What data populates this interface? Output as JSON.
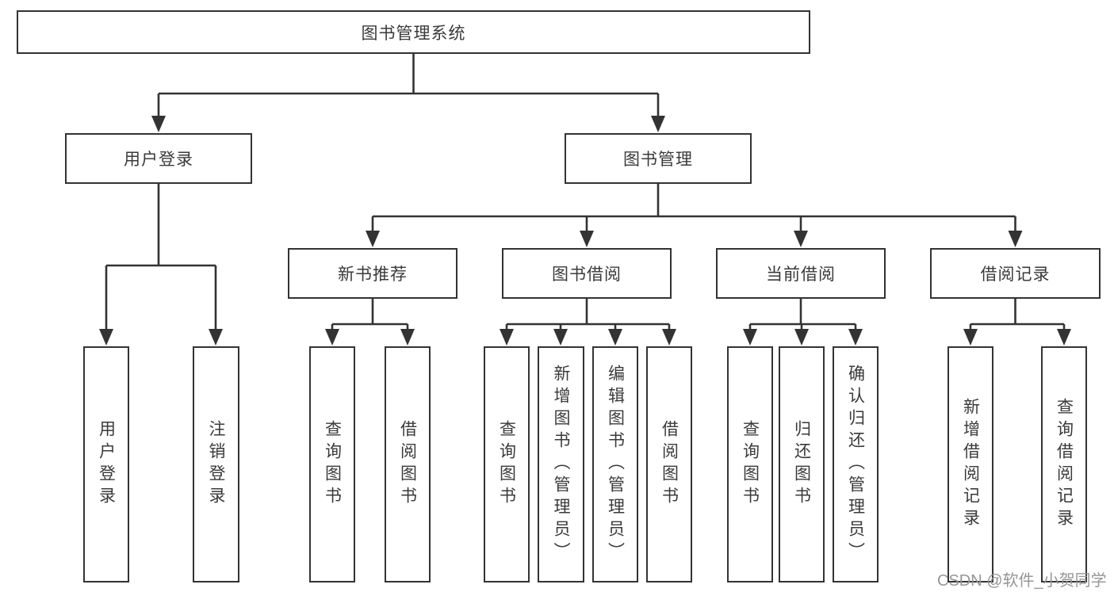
{
  "diagram": {
    "type": "hierarchy-tree",
    "title": "图书管理系统",
    "watermark": "CSDN @软件_小贺同学",
    "colors": {
      "line": "#333333",
      "box_border": "#333333",
      "box_fill": "#ffffff",
      "text": "#3a3a3a",
      "background": "#ffffff",
      "watermark": "#969696"
    }
  },
  "nodes": {
    "root": {
      "label": "图书管理系统"
    },
    "level2": [
      {
        "label": "用户登录",
        "parent": "图书管理系统"
      },
      {
        "label": "图书管理",
        "parent": "图书管理系统"
      }
    ],
    "level3": [
      {
        "label": "新书推荐",
        "parent": "图书管理"
      },
      {
        "label": "图书借阅",
        "parent": "图书管理"
      },
      {
        "label": "当前借阅",
        "parent": "图书管理"
      },
      {
        "label": "借阅记录",
        "parent": "图书管理"
      }
    ],
    "level4": [
      {
        "label": "用户登录",
        "parent": "用户登录"
      },
      {
        "label": "注销登录",
        "parent": "用户登录"
      },
      {
        "label": "查询图书",
        "parent": "新书推荐"
      },
      {
        "label": "借阅图书",
        "parent": "新书推荐"
      },
      {
        "label": "查询图书",
        "parent": "图书借阅"
      },
      {
        "label": "新增图书（管理员）",
        "parent": "图书借阅"
      },
      {
        "label": "编辑图书（管理员）",
        "parent": "图书借阅"
      },
      {
        "label": "借阅图书",
        "parent": "图书借阅"
      },
      {
        "label": "查询图书",
        "parent": "当前借阅"
      },
      {
        "label": "归还图书",
        "parent": "当前借阅"
      },
      {
        "label": "确认归还（管理员）",
        "parent": "当前借阅"
      },
      {
        "label": "新增借阅记录",
        "parent": "借阅记录"
      },
      {
        "label": "查询借阅记录",
        "parent": "借阅记录"
      }
    ]
  }
}
